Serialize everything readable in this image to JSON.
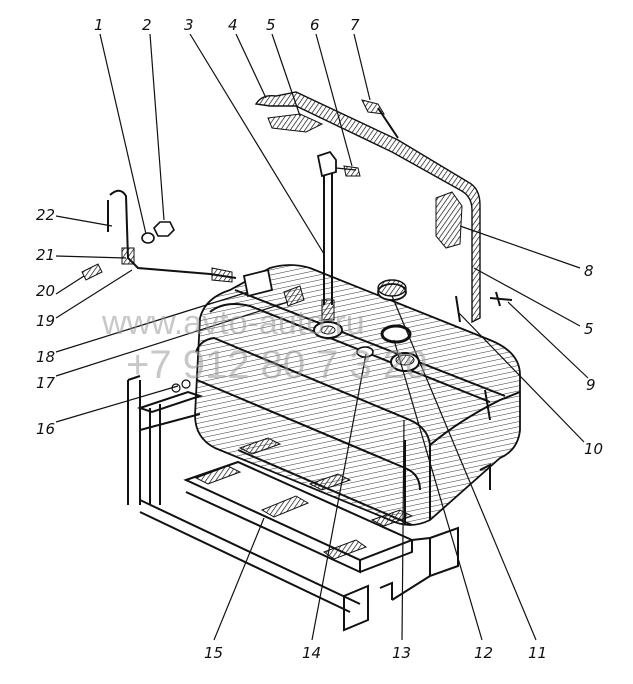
{
  "callouts": [
    "1",
    "2",
    "3",
    "4",
    "5",
    "6",
    "7",
    "8",
    "5",
    "9",
    "10",
    "11",
    "12",
    "13",
    "14",
    "15",
    "16",
    "17",
    "18",
    "19",
    "20",
    "21",
    "22"
  ],
  "watermark": {
    "site": "www.avto-auto.ru",
    "phone": "+7 912 80 7 3 20"
  },
  "colors": {
    "ink": "#111111",
    "watermark": "#9a9a9a",
    "background": "#ffffff"
  }
}
